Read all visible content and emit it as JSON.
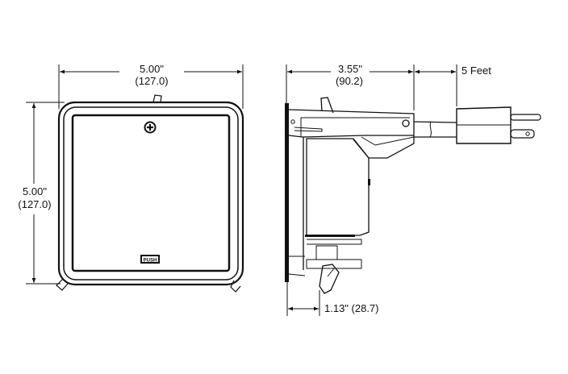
{
  "front_view": {
    "width_in": "5.00\"",
    "width_mm": "(127.0)",
    "height_in": "5.00\"",
    "height_mm": "(127.0)",
    "push_label": "PUSH"
  },
  "side_view": {
    "depth_in": "3.55\"",
    "depth_mm": "(90.2)",
    "cord_length": "5 Feet",
    "protrusion": "1.13\" (28.7)"
  }
}
